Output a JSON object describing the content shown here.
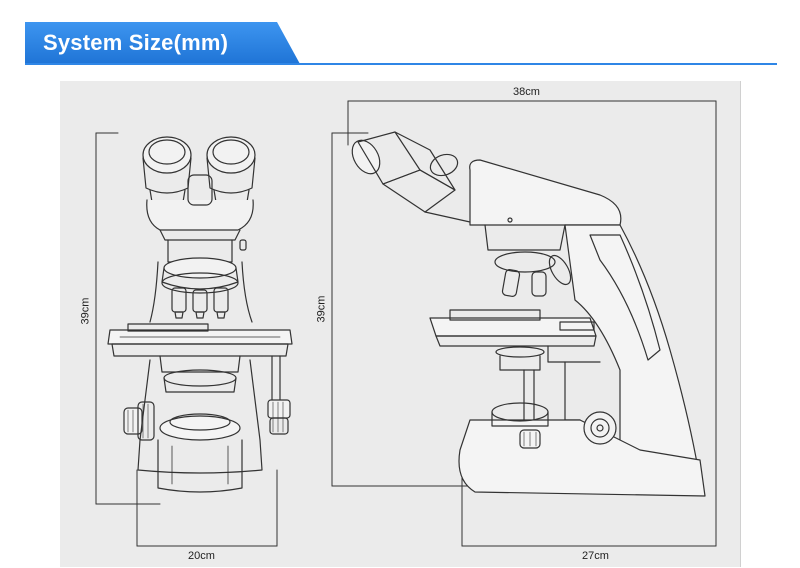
{
  "header": {
    "title": "System Size(mm)",
    "accent_color": "#2f86e6"
  },
  "front_view": {
    "height_label": "39cm",
    "width_label": "20cm"
  },
  "side_view": {
    "width_label": "38cm",
    "height_label": "39cm",
    "depth_label": "27cm"
  },
  "colors": {
    "panel_background": "#ebebeb",
    "line_color": "#333333"
  }
}
